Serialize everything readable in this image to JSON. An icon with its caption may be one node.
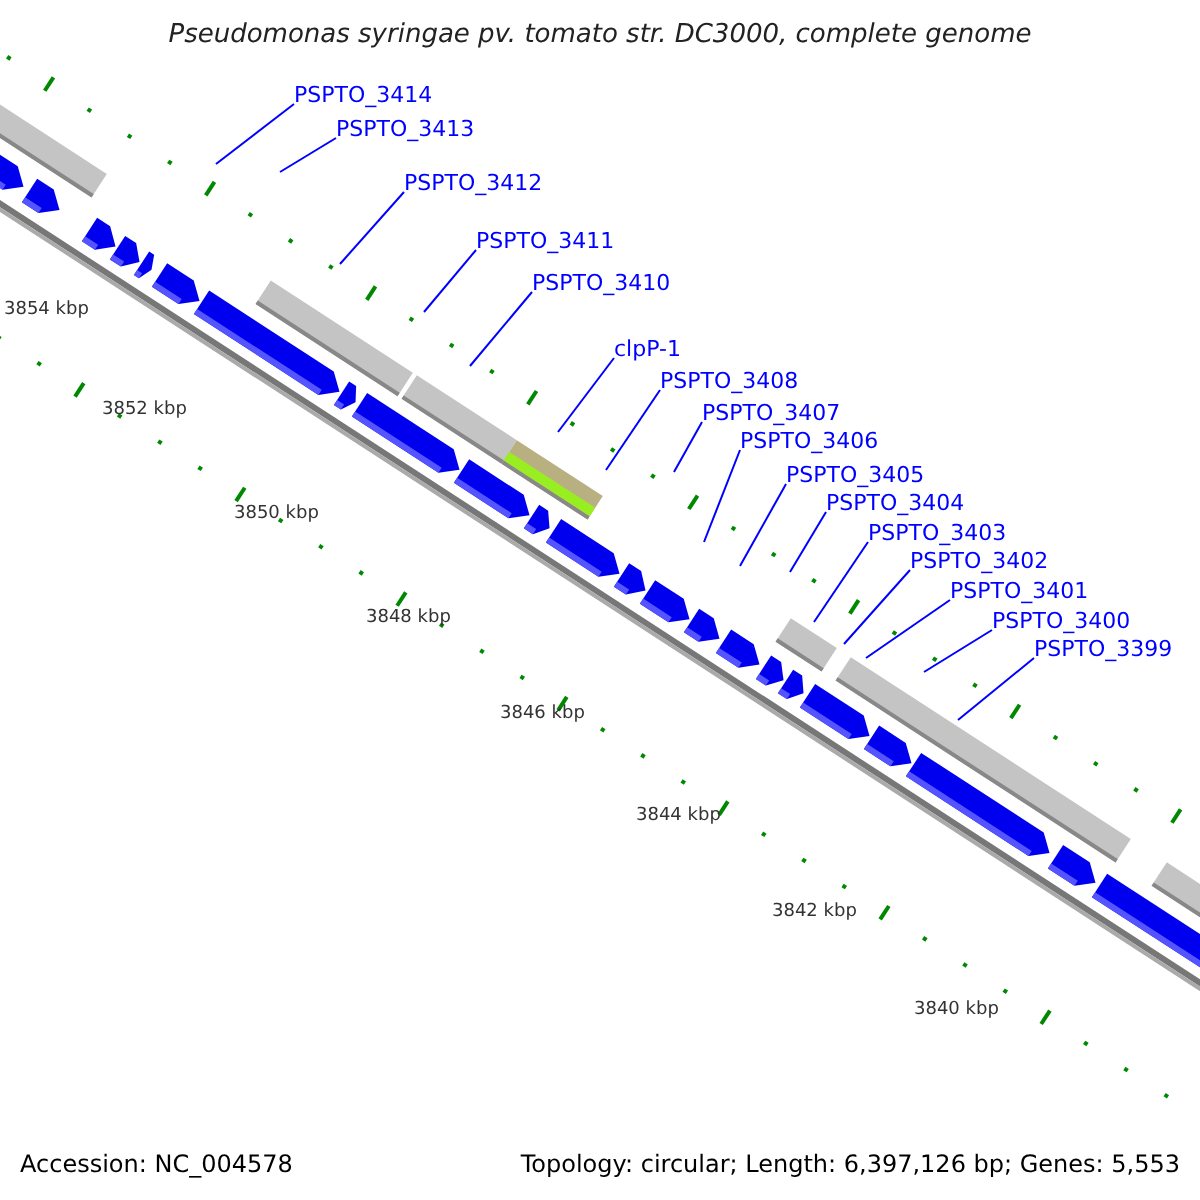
{
  "diagram": {
    "title": "Pseudomonas syringae pv. tomato str. DC3000, complete genome",
    "nodes": [
      {
        "text": [
          "PSPTO_3414"
        ]
      },
      {
        "text": [
          "PSPTO_3413"
        ]
      },
      {
        "text": [
          "PSPTO_3412"
        ]
      },
      {
        "text": [
          "PSPTO_3411"
        ]
      },
      {
        "text": [
          "PSPTO_3410"
        ]
      },
      {
        "text": [
          "clpP-1"
        ]
      },
      {
        "text": [
          "PSPTO_3408"
        ]
      },
      {
        "text": [
          "PSPTO_3407"
        ]
      },
      {
        "text": [
          "PSPTO_3406"
        ]
      },
      {
        "text": [
          "PSPTO_3405"
        ]
      },
      {
        "text": [
          "PSPTO_3404"
        ]
      },
      {
        "text": [
          "PSPTO_3403"
        ]
      },
      {
        "text": [
          "PSPTO_3402"
        ]
      },
      {
        "text": [
          "PSPTO_3401"
        ]
      },
      {
        "text": [
          "PSPTO_3400"
        ]
      },
      {
        "text": [
          "PSPTO_3399"
        ]
      }
    ],
    "edges": [
      {
        "from": 0,
        "to": null,
        "arrow": "none"
      },
      {
        "from": 1,
        "to": null,
        "arrow": "none"
      },
      {
        "from": 2,
        "to": null,
        "arrow": "none"
      },
      {
        "from": 3,
        "to": null,
        "arrow": "none"
      },
      {
        "from": 4,
        "to": null,
        "arrow": "none"
      },
      {
        "from": 5,
        "to": null,
        "arrow": "none"
      },
      {
        "from": 6,
        "to": null,
        "arrow": "none"
      },
      {
        "from": 7,
        "to": null,
        "arrow": "none"
      },
      {
        "from": 8,
        "to": null,
        "arrow": "none"
      },
      {
        "from": 9,
        "to": null,
        "arrow": "none"
      },
      {
        "from": 10,
        "to": null,
        "arrow": "none"
      },
      {
        "from": 11,
        "to": null,
        "arrow": "none"
      },
      {
        "from": 12,
        "to": null,
        "arrow": "none"
      },
      {
        "from": 13,
        "to": null,
        "arrow": "none"
      },
      {
        "from": 14,
        "to": null,
        "arrow": "none"
      },
      {
        "from": 15,
        "to": null,
        "arrow": "none"
      }
    ],
    "labels": [
      "3854 kbp",
      "3852 kbp",
      "3850 kbp",
      "3848 kbp",
      "3846 kbp",
      "3844 kbp",
      "3842 kbp",
      "3840 kbp",
      "Accession: NC_004578",
      "Topology: circular; Length: 6,397,126 bp; Genes: 5,553"
    ]
  }
}
